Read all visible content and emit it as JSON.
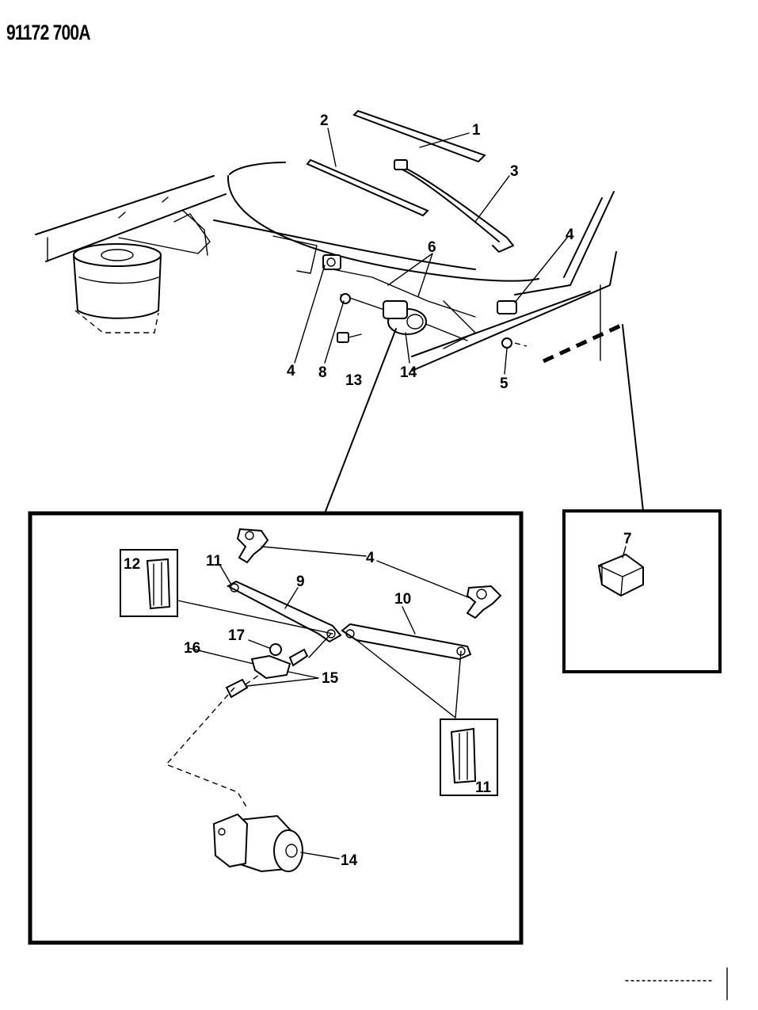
{
  "header": {
    "document_number": "91172 700A"
  },
  "callouts": {
    "c1": "1",
    "c2": "2",
    "c3": "3",
    "c4a": "4",
    "c4b": "4",
    "c4c": "4",
    "c5": "5",
    "c6": "6",
    "c7": "7",
    "c8": "8",
    "c9": "9",
    "c10": "10",
    "c11a": "11",
    "c11b": "11",
    "c12": "12",
    "c13": "13",
    "c14a": "14",
    "c14b": "14",
    "c15": "15",
    "c16": "16",
    "c17": "17"
  }
}
